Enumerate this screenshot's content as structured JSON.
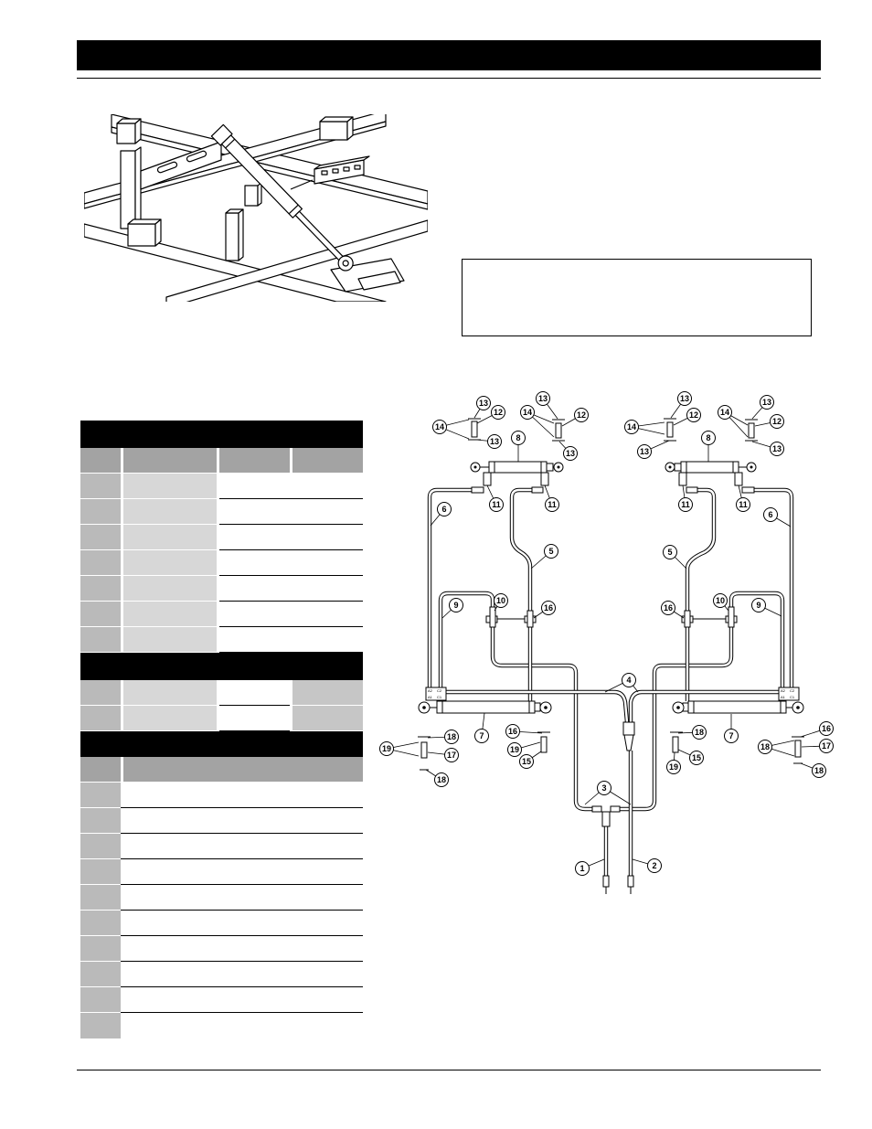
{
  "colors": {
    "header_bar": "#000000",
    "table_header_gray": "#a3a3a3",
    "table_col1_gray": "#bababa",
    "table_col2_gray": "#d7d7d7"
  },
  "diagram": {
    "callouts": [
      "13",
      "12",
      "14",
      "13",
      "8",
      "13",
      "14",
      "12",
      "13",
      "11",
      "11",
      "6",
      "5",
      "9",
      "10",
      "16",
      "4",
      "7",
      "18",
      "17",
      "19",
      "18",
      "16",
      "19",
      "15",
      "3",
      "1",
      "2",
      "13",
      "12",
      "14",
      "13",
      "8",
      "14",
      "13",
      "12",
      "13",
      "11",
      "11",
      "6",
      "5",
      "16",
      "10",
      "9",
      "7",
      "18",
      "15",
      "19",
      "16",
      "18",
      "17",
      "18"
    ],
    "valve_left_ports": [
      "A2",
      "C2",
      "A1",
      "C1"
    ],
    "valve_right_ports": [
      "A2",
      "C2",
      "A1",
      "C1"
    ]
  }
}
